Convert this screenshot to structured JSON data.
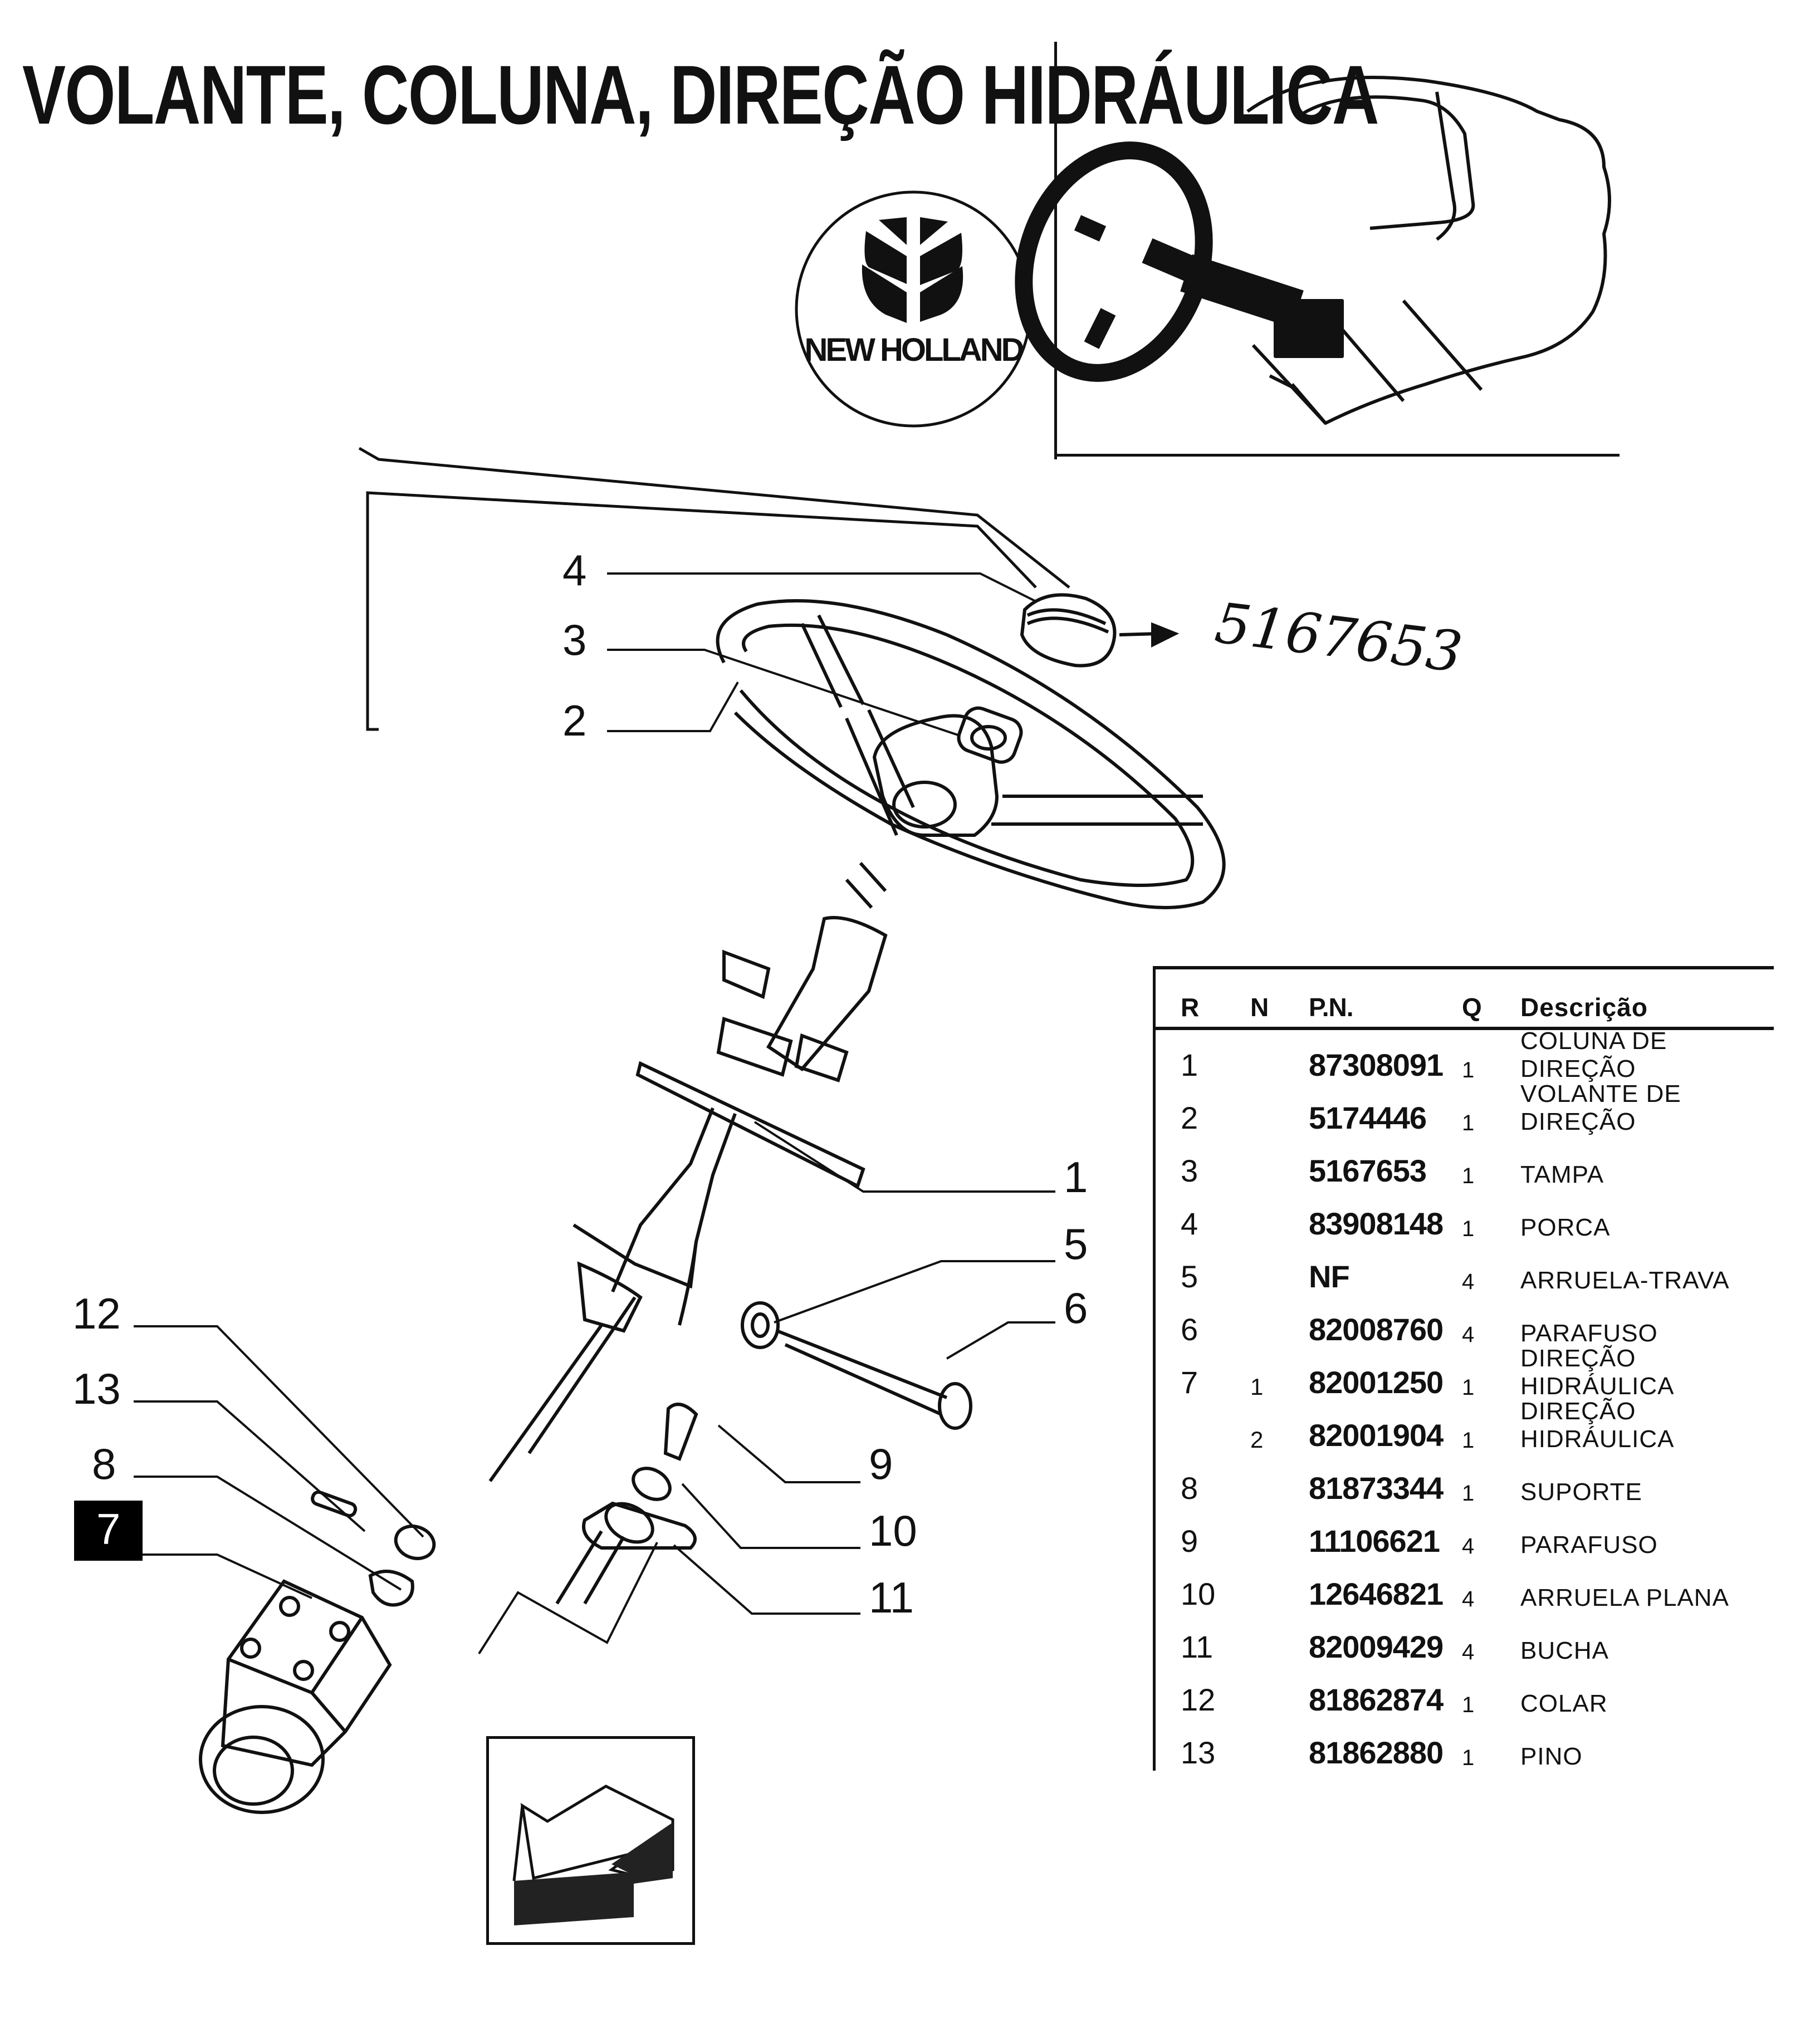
{
  "page": {
    "title": "VOLANTE, COLUNA, DIREÇÃO HIDRÁULICA",
    "brand_logo_text": "NEW HOLLAND",
    "handwritten_note": "5167653",
    "nav_icon": "arrow-back-icon"
  },
  "callouts": [
    {
      "id": "4",
      "label": "4"
    },
    {
      "id": "3",
      "label": "3"
    },
    {
      "id": "2",
      "label": "2"
    },
    {
      "id": "1",
      "label": "1"
    },
    {
      "id": "5",
      "label": "5"
    },
    {
      "id": "6",
      "label": "6"
    },
    {
      "id": "12",
      "label": "12"
    },
    {
      "id": "13",
      "label": "13"
    },
    {
      "id": "8",
      "label": "8"
    },
    {
      "id": "7",
      "label": "7",
      "highlighted": true
    },
    {
      "id": "9",
      "label": "9"
    },
    {
      "id": "10",
      "label": "10"
    },
    {
      "id": "11",
      "label": "11"
    }
  ],
  "parts_table": {
    "headers": {
      "r": "R",
      "n": "N",
      "pn": "P.N.",
      "q": "Q",
      "desc": "Descrição"
    },
    "rows": [
      {
        "r": "1",
        "n": "",
        "pn": "87308091",
        "q": "1",
        "desc": "COLUNA DE DIREÇÃO"
      },
      {
        "r": "2",
        "n": "",
        "pn": "5174446",
        "q": "1",
        "desc": "VOLANTE DE DIREÇÃO"
      },
      {
        "r": "3",
        "n": "",
        "pn": "5167653",
        "q": "1",
        "desc": "TAMPA"
      },
      {
        "r": "4",
        "n": "",
        "pn": "83908148",
        "q": "1",
        "desc": "PORCA"
      },
      {
        "r": "5",
        "n": "",
        "pn": "NF",
        "q": "4",
        "desc": "ARRUELA-TRAVA"
      },
      {
        "r": "6",
        "n": "",
        "pn": "82008760",
        "q": "4",
        "desc": "PARAFUSO"
      },
      {
        "r": "7",
        "n": "1",
        "pn": "82001250",
        "q": "1",
        "desc": "DIREÇÃO HIDRÁULICA"
      },
      {
        "r": "",
        "n": "2",
        "pn": "82001904",
        "q": "1",
        "desc": "DIREÇÃO HIDRÁULICA"
      },
      {
        "r": "8",
        "n": "",
        "pn": "81873344",
        "q": "1",
        "desc": "SUPORTE"
      },
      {
        "r": "9",
        "n": "",
        "pn": "11106621",
        "q": "4",
        "desc": "PARAFUSO"
      },
      {
        "r": "10",
        "n": "",
        "pn": "12646821",
        "q": "4",
        "desc": "ARRUELA PLANA"
      },
      {
        "r": "11",
        "n": "",
        "pn": "82009429",
        "q": "4",
        "desc": "BUCHA"
      },
      {
        "r": "12",
        "n": "",
        "pn": "81862874",
        "q": "1",
        "desc": "COLAR"
      },
      {
        "r": "13",
        "n": "",
        "pn": "81862880",
        "q": "1",
        "desc": "PINO"
      }
    ]
  }
}
